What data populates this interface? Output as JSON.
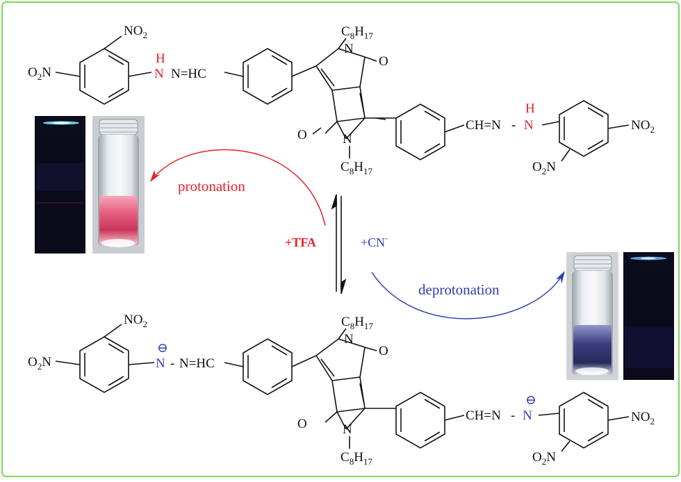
{
  "reaction": {
    "forward_label": "protonation",
    "reverse_label": "deprotonation",
    "acid_reagent": "+TFA",
    "base_reagent_main": "+CN",
    "base_reagent_sup": "-"
  },
  "top_molecule": {
    "no2": "NO",
    "o2n": "O",
    "sub2": "2",
    "nh_h": "H",
    "nh_n": "N",
    "imine_left": "N=HC",
    "imine_right": "CH=N",
    "ring_n": "N",
    "carbonyl_o": "O",
    "alkyl_c": "C",
    "alkyl_c_sub": "8",
    "alkyl_h": "H",
    "alkyl_h_sub": "17"
  },
  "bottom_molecule": {
    "anion_n": "N",
    "anion_charge": "⊖",
    "imine_left": "N=HC",
    "imine_right": "CH=N"
  },
  "colors": {
    "frame": "#7ed957",
    "protonation": "#e8202a",
    "deprotonation": "#2e3fb0",
    "bond": "#111111"
  },
  "photos": [
    {
      "name": "protonated-uv-photo"
    },
    {
      "name": "protonated-vial-photo"
    },
    {
      "name": "deprotonated-vial-photo"
    },
    {
      "name": "deprotonated-uv-photo"
    }
  ]
}
